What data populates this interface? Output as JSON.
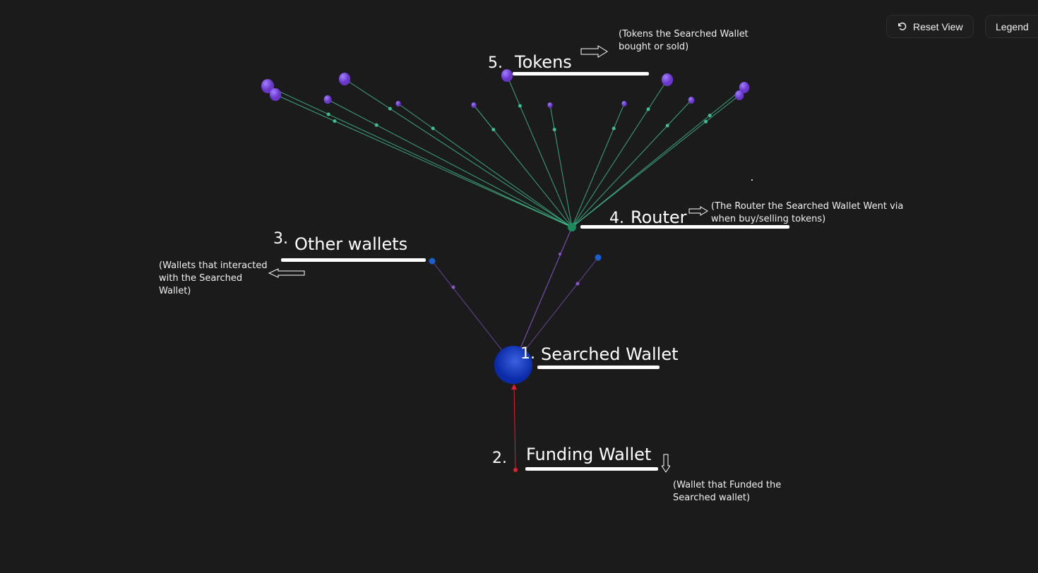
{
  "toolbar": {
    "reset_label": "Reset View",
    "reset_icon": "rotate-ccw-icon",
    "legend_label": "Legend"
  },
  "annotations": {
    "searched": {
      "num": "1.",
      "label": "Searched Wallet"
    },
    "funding": {
      "num": "2.",
      "label": "Funding Wallet",
      "note": "(Wallet that Funded the Searched wallet)"
    },
    "others": {
      "num": "3.",
      "label": "Other wallets",
      "note": "(Wallets that interacted with the Searched Wallet)"
    },
    "router": {
      "num": "4.",
      "label": "Router",
      "note": "(The Router the Searched Wallet Went via when buy/selling tokens)"
    },
    "tokens": {
      "num": "5.",
      "label": "Tokens",
      "note": "(Tokens the Searched Wallet bought or sold)"
    }
  },
  "colors": {
    "background": "#1b1b1b",
    "token": "#6a35c9",
    "router": "#1a8a5a",
    "edge_router": "#3fbf8f",
    "searched": "#0a2aa8",
    "other": "#1a5fd0",
    "funding": "#e02030",
    "edge_other": "#8a55cc"
  }
}
